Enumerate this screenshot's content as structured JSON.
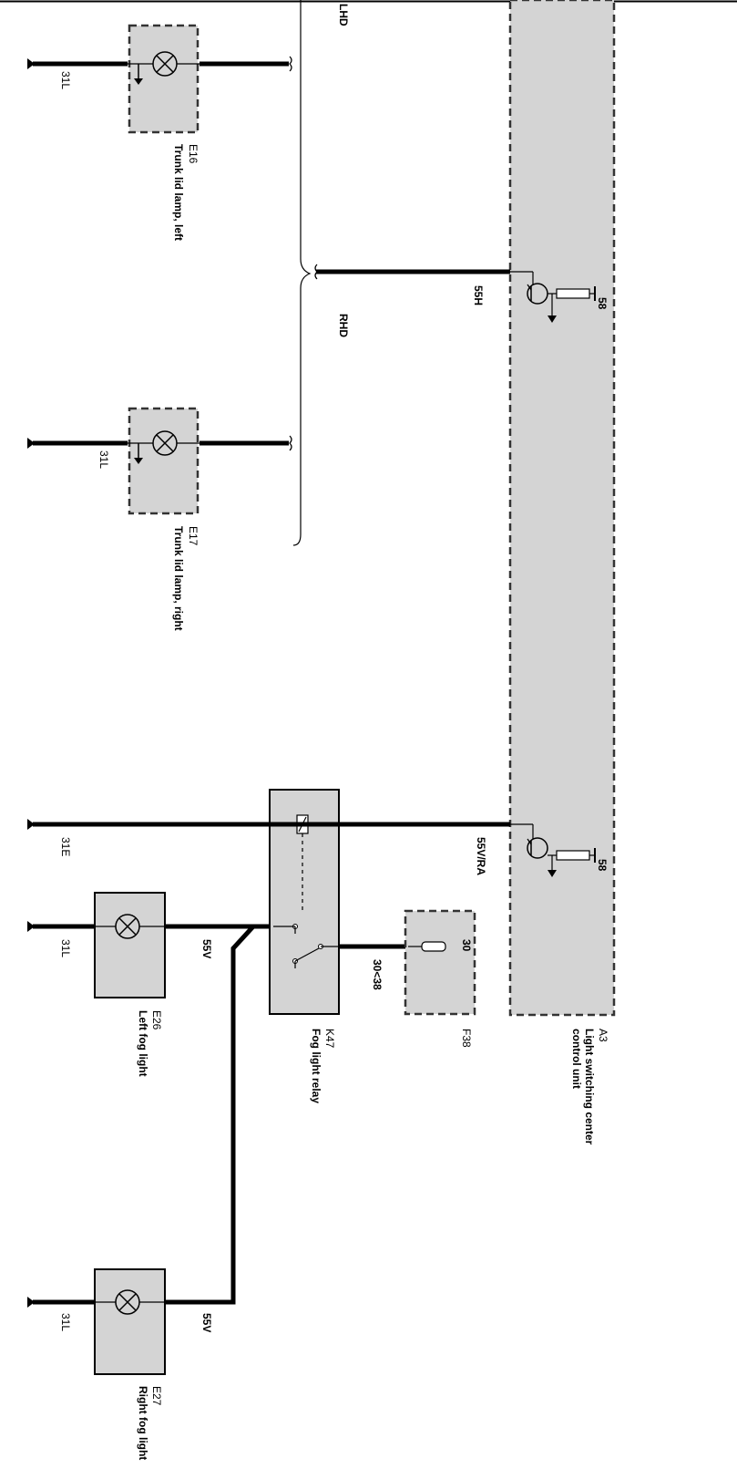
{
  "variants": {
    "lhd": "LHD",
    "rhd": "RHD"
  },
  "components": {
    "e16": {
      "id": "E16",
      "name": "Trunk lid lamp, left",
      "ground": "31L"
    },
    "e17": {
      "id": "E17",
      "name": "Trunk lid lamp, right",
      "ground": "31L"
    },
    "e26": {
      "id": "E26",
      "name": "Left fog light",
      "ground": "31L",
      "supply": "55V"
    },
    "e27": {
      "id": "E27",
      "name": "Right fog light",
      "ground": "31L",
      "supply": "55V"
    },
    "k47": {
      "id": "K47",
      "name": "Fog light relay",
      "ground": "31E",
      "feed": "30<38"
    },
    "f38": {
      "id": "F38",
      "pin": "30"
    },
    "a3": {
      "id": "A3",
      "name_line1": "Light switching center",
      "name_line2": "control unit",
      "pin_upper": "58",
      "pin_lower": "58"
    }
  },
  "wires": {
    "trunk_supply": "55H",
    "fog_control": "55V/RA"
  }
}
